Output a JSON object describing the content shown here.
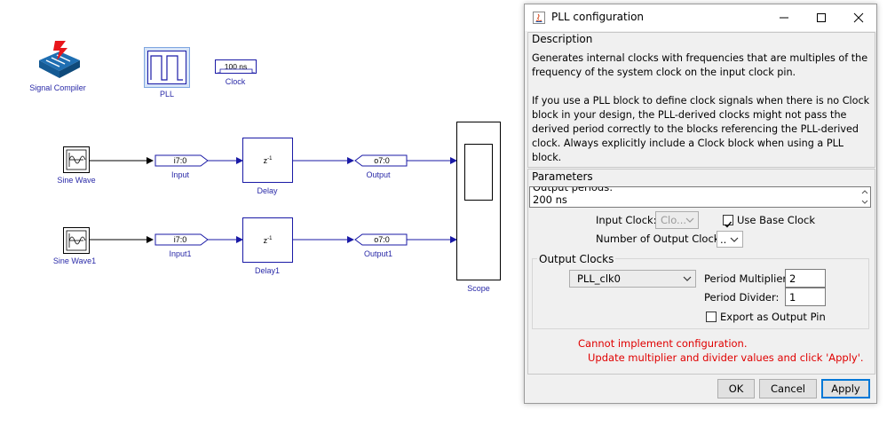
{
  "model": {
    "blocks": {
      "signal_compiler": "Signal Compiler",
      "pll": "PLL",
      "clock": "Clock",
      "clock_period": "100 ns",
      "sine_wave": "Sine Wave",
      "sine_wave1": "Sine Wave1",
      "input": "Input",
      "input1": "Input1",
      "input_type": "i7:0",
      "delay": "Delay",
      "delay1": "Delay1",
      "delay_fn": "z",
      "delay_exp": "-1",
      "output": "Output",
      "output1": "Output1",
      "output_type": "o7:0",
      "scope": "Scope"
    }
  },
  "dialog": {
    "title": "PLL configuration",
    "description_header": "Description",
    "description_p1": "Generates internal clocks with frequencies that are multiples of the frequency of the system clock on the input clock pin.",
    "description_p2": "If you use a PLL block to define clock signals when there is no Clock block in your design, the PLL-derived clocks might not pass the derived period correctly to the blocks referencing the PLL-derived clock. Always explicitly include a Clock block when using a PLL block.",
    "parameters_header": "Parameters",
    "output_periods_label": "Output periods:",
    "output_periods_value": "200 ns",
    "input_clock_label": "Input Clock:",
    "input_clock_value": "Clo...",
    "use_base_clock_label": "Use Base Clock",
    "use_base_clock_checked": true,
    "num_output_clocks_label": "Number of Output Clocks:",
    "num_output_clocks_value": "..",
    "output_clocks_header": "Output Clocks",
    "clock_select_value": "PLL_clk0",
    "period_multiplier_label": "Period Multiplier:",
    "period_multiplier_value": "2",
    "period_divider_label": "Period Divider:",
    "period_divider_value": "1",
    "export_pin_label": "Export as Output Pin",
    "export_pin_checked": false,
    "error_line1": "Cannot implement configuration.",
    "error_line2": "Update multiplier and divider values and click 'Apply'.",
    "ok_label": "OK",
    "cancel_label": "Cancel",
    "apply_label": "Apply"
  },
  "colors": {
    "error": "#e00000",
    "link_blue": "#2a2aa8",
    "line_blue": "#1a1aa6",
    "focus": "#0078d7"
  }
}
